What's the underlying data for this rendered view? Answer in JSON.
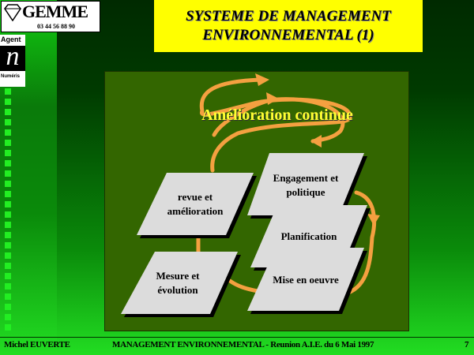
{
  "logo": {
    "name": "GEMME",
    "phone": "03 44 56 88 90"
  },
  "agent_badge": {
    "top": "Agent",
    "letter": "n",
    "bottom": "Numéris"
  },
  "title": {
    "line1": "SYSTEME DE MANAGEMENT",
    "line2": "ENVIRONNEMENTAL (1)"
  },
  "diagram": {
    "heading": "Amélioration continue",
    "steps": [
      {
        "line1": "revue et",
        "line2": "amélioration"
      },
      {
        "line1": "Engagement et",
        "line2": "politique"
      },
      {
        "line1": "Planification",
        "line2": ""
      },
      {
        "line1": "Mise en oeuvre",
        "line2": ""
      },
      {
        "line1": "Mesure et",
        "line2": "évolution"
      }
    ]
  },
  "footer": {
    "author": "Michel EUVERTE",
    "event": "MANAGEMENT ENVIRONNEMENTAL - Reunion A.I.E. du 6 Mai 1997",
    "page": "7"
  },
  "colors": {
    "title_bg": "#ffff00",
    "diagram_bg": "#336600",
    "arrow": "#f4a040",
    "heading": "#ffff33"
  }
}
